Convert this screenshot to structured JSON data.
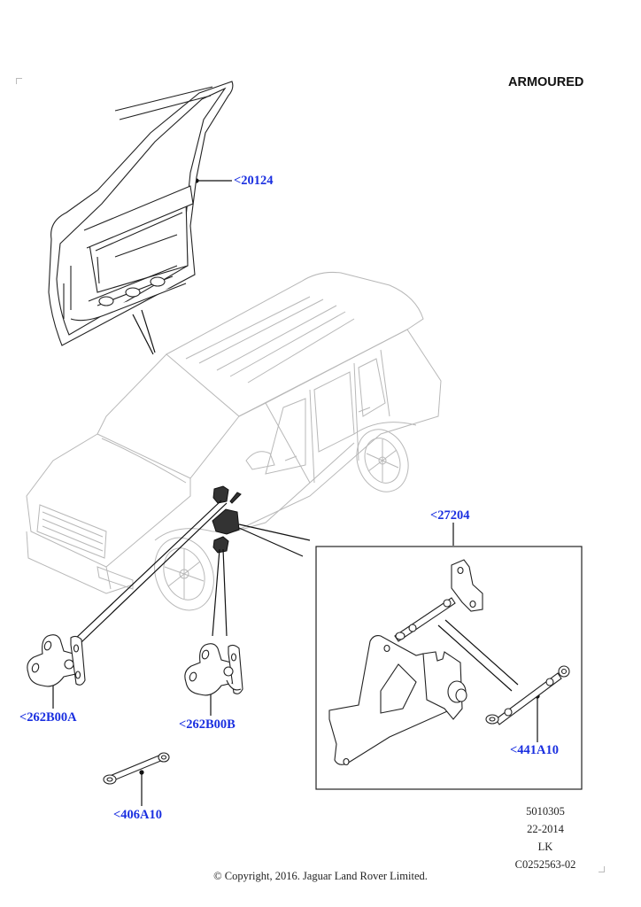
{
  "diagram": {
    "variant_label": "ARMOURED",
    "callouts": [
      {
        "id": "door-shell",
        "label": "<20124"
      },
      {
        "id": "check-strap-assembly",
        "label": "<27204"
      },
      {
        "id": "upper-hinge",
        "label": "<262B00A"
      },
      {
        "id": "lower-hinge",
        "label": "<262B00B"
      },
      {
        "id": "check-link-rod",
        "label": "<441A10"
      },
      {
        "id": "tie-rod",
        "label": "<406A10"
      }
    ],
    "reference": {
      "code": "5010305",
      "date": "22-2014",
      "initials": "LK",
      "illustration_id": "C0252563-02"
    },
    "copyright": "© Copyright, 2016. Jaguar Land Rover Limited.",
    "colors": {
      "callout_text": "#1a2fe0",
      "line_art": "#222222",
      "vehicle_ghost": "#b8b8b8"
    }
  }
}
